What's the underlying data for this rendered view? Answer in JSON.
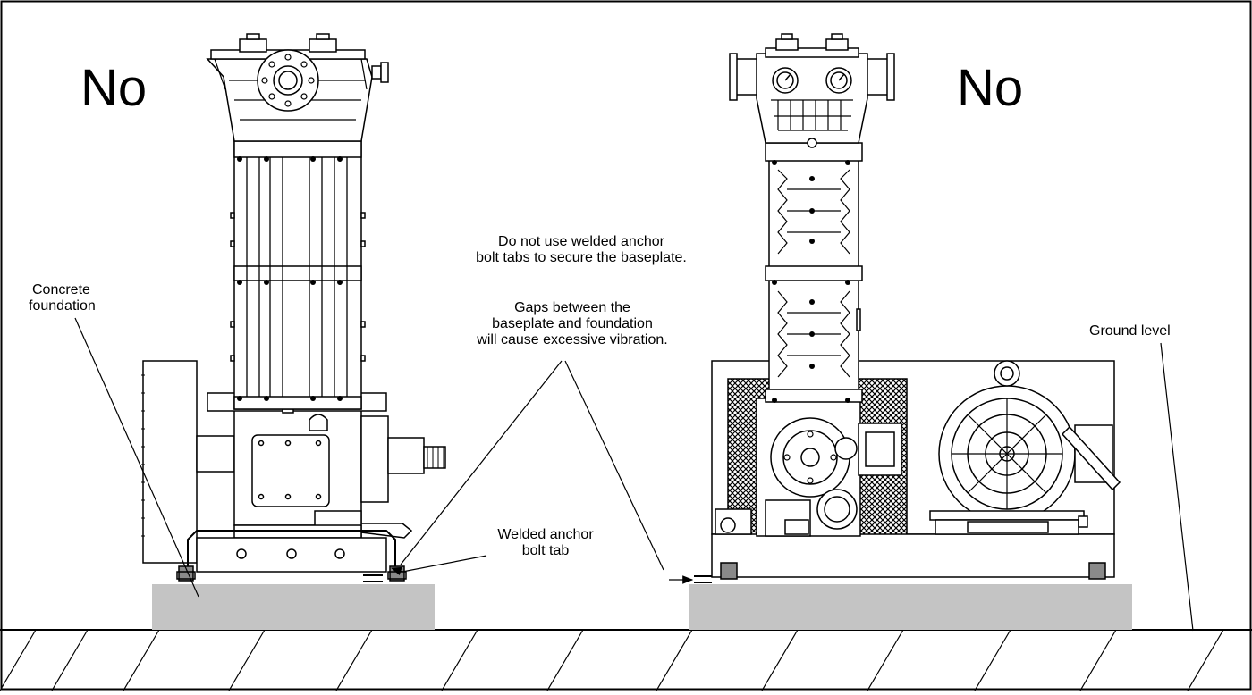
{
  "panels": {
    "left": {
      "verdict": "No"
    },
    "right": {
      "verdict": "No"
    }
  },
  "labels": {
    "concrete_foundation_line1": "Concrete",
    "concrete_foundation_line2": "foundation",
    "welded_tab_note_line1": "Do not use welded anchor",
    "welded_tab_note_line2": "bolt tabs to secure the baseplate.",
    "gap_note_line1": "Gaps between the",
    "gap_note_line2": "baseplate and foundation",
    "gap_note_line3": "will cause excessive vibration.",
    "welded_tab_callout_line1": "Welded anchor",
    "welded_tab_callout_line2": "bolt tab",
    "ground_level": "Ground level"
  },
  "colors": {
    "line": "#000000",
    "foundation": "#c4c4c4",
    "tab": "#8a8a8a",
    "background": "#ffffff"
  }
}
